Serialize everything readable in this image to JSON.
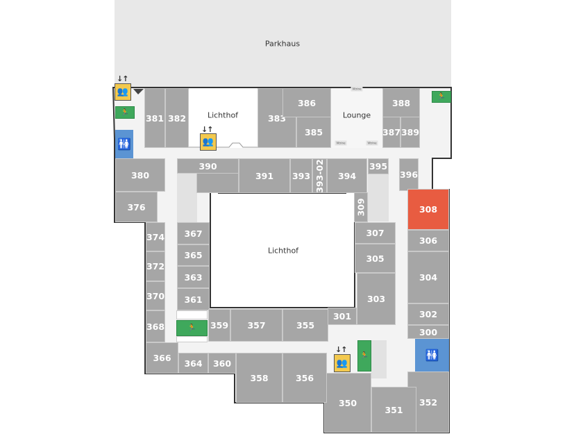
{
  "map": {
    "parking_label": "Parkhaus",
    "atrium_top_label": "Lichthof",
    "atrium_center_label": "Lichthof",
    "lounge_label": "Lounge",
    "vitrine_labels": [
      "Vitrine",
      "Vitrine",
      "Vitrine"
    ],
    "highlight_color": "#e85c41",
    "room_color": "#a6a6a6",
    "selected_room": "308"
  },
  "rooms": [
    "381",
    "382",
    "383",
    "386",
    "385",
    "388",
    "387",
    "389",
    "380",
    "376",
    "390",
    "391",
    "393",
    "393-02",
    "394",
    "395",
    "309",
    "396",
    "308",
    "306",
    "304",
    "302",
    "300",
    "352",
    "351",
    "350",
    "356",
    "358",
    "360",
    "364",
    "366",
    "374",
    "372",
    "370",
    "368",
    "367",
    "365",
    "363",
    "361",
    "359",
    "357",
    "355",
    "301",
    "307",
    "305",
    "303"
  ],
  "icons": {
    "elevator": "elevator-icon",
    "exit": "emergency-exit-icon",
    "restroom": "restroom-icon"
  }
}
